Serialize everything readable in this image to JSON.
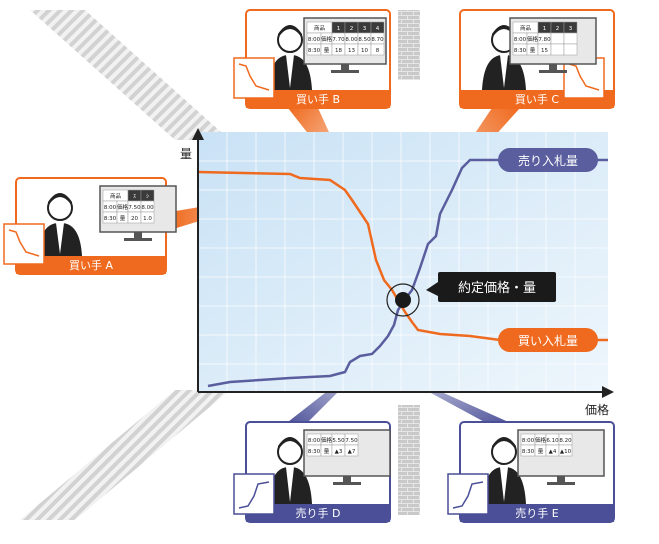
{
  "axes": {
    "y_label": "量",
    "x_label": "価格"
  },
  "curves": {
    "sell_label": "売り入札量",
    "buy_label": "買い入札量",
    "equilibrium_label": "約定価格・量"
  },
  "colors": {
    "buyer": "#ef6a1e",
    "seller": "#5a5e9e",
    "chart_bg": "#d6eaf7",
    "grid": "#ffffff"
  },
  "participants": {
    "buyer_a": {
      "label": "買い手 A",
      "table": [
        [
          "商品",
          "ｽ",
          "ｼ"
        ],
        [
          "8:00",
          "価格",
          "7.50",
          "8.00"
        ],
        [
          "8:30",
          "量",
          "20",
          "1.0"
        ]
      ]
    },
    "buyer_b": {
      "label": "買い手 B",
      "table": [
        [
          "商品",
          "1",
          "2",
          "3",
          "4"
        ],
        [
          "8:00",
          "価格",
          "7.70",
          "8.00",
          "8.50",
          "8.70"
        ],
        [
          "8:30",
          "量",
          "18",
          "13",
          "10",
          "8"
        ]
      ]
    },
    "buyer_c": {
      "label": "買い手 C",
      "table": [
        [
          "商品",
          "1",
          "2",
          "3"
        ],
        [
          "8:00",
          "価格",
          "7.80",
          "",
          ""
        ],
        [
          "8:30",
          "量",
          "15",
          "",
          ""
        ]
      ]
    },
    "seller_d": {
      "label": "売り手 D",
      "table": [
        [
          "8:00",
          "価格",
          "5.50",
          "7.50"
        ],
        [
          "8:30",
          "量",
          "▲3",
          "▲7"
        ]
      ]
    },
    "seller_e": {
      "label": "売り手 E",
      "table": [
        [
          "8:00",
          "価格",
          "6.10",
          "8.20"
        ],
        [
          "8:30",
          "量",
          "▲4",
          "▲10"
        ]
      ]
    }
  }
}
